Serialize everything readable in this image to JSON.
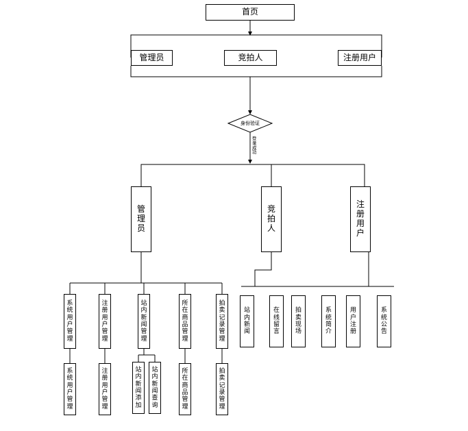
{
  "top": {
    "home": "首页"
  },
  "roles": [
    "管理员",
    "竞拍人",
    "注册用户"
  ],
  "auth": {
    "label": "身份验证",
    "edge_label": "登录成功"
  },
  "branches": [
    "管理员",
    "竞拍人",
    "注册用户"
  ],
  "admin_functions": [
    "系统用户管理",
    "注册用户管理",
    "站内新闻管理",
    "所在商品管理",
    "拍卖记录管理"
  ],
  "admin_subfunctions": [
    "系统用户管理",
    "注册用户管理",
    "站内新闻添加",
    "站内新闻查询",
    "所在商品管理",
    "拍卖记录管理"
  ],
  "user_functions": [
    "站内新闻",
    "在线留言",
    "拍卖现场",
    "系统简介",
    "用户注册",
    "系统公告"
  ]
}
